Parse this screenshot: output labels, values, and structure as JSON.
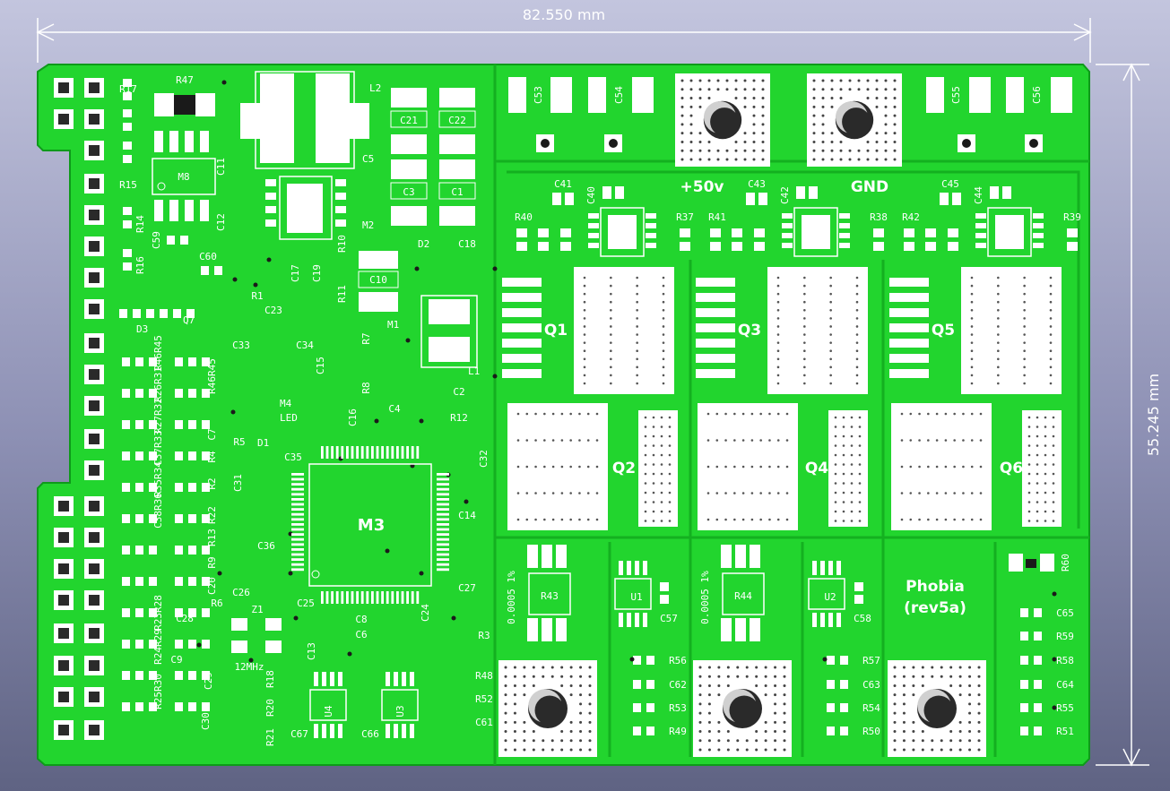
{
  "dimensions": {
    "width_label": "82.550 mm",
    "height_label": "55.245 mm"
  },
  "board": {
    "project_name": "Phobia",
    "revision": "(rev5a)",
    "power_labels": {
      "positive": "+50v",
      "ground": "GND"
    },
    "crystal_label": "12MHz",
    "led_label": "LED",
    "shunt_value": "0.0005 1%"
  },
  "modules": {
    "M8": "M8",
    "M2": "M2",
    "M4": "M4",
    "M1": "M1",
    "M3": "M3",
    "L1": "L1",
    "L2": "L2",
    "Z1": "Z1",
    "D1": "D1",
    "D2": "D2",
    "D3": "D3",
    "Q7": "Q7"
  },
  "mosfets": [
    "Q1",
    "Q2",
    "Q3",
    "Q4",
    "Q5",
    "Q6"
  ],
  "current_sense": [
    "U1",
    "U2",
    "U3",
    "U4"
  ],
  "shunts": [
    "R43",
    "R44"
  ],
  "left_header": {
    "top_labels": [
      "R17",
      "R47",
      "R15",
      "R14",
      "R16",
      "C59",
      "C60"
    ],
    "left_col_rotated": [
      "R46R45",
      "R26R31",
      "R27R32",
      "C37R33",
      "R35R34",
      "C38R36",
      "R23R28",
      "R24R29",
      "R25R30"
    ],
    "right_col_rotated": [
      "R46R45",
      "C7",
      "R4",
      "R2",
      "R22",
      "R13",
      "R9",
      "C20"
    ]
  },
  "caps_top": [
    "C53",
    "C54",
    "C55",
    "C56"
  ],
  "caps_mid": [
    "C21",
    "C22",
    "C3",
    "C1",
    "C5",
    "C10",
    "C18",
    "C11",
    "C12"
  ],
  "gate_row": {
    "labels_left": [
      "R40",
      "C41",
      "C40",
      "R37",
      "R41",
      "C43",
      "C42",
      "R38",
      "R42",
      "C45",
      "C44",
      "R39"
    ]
  },
  "logic_labels": [
    "R1",
    "C17",
    "C19",
    "R10",
    "R11",
    "C23",
    "C33",
    "C34",
    "C15",
    "R7",
    "R8",
    "C4",
    "C2",
    "R12",
    "C32",
    "C14",
    "C27",
    "C24",
    "R3",
    "C16",
    "R5",
    "C35",
    "C31",
    "C36",
    "C26",
    "R6",
    "C25",
    "C8",
    "C6",
    "C13",
    "C28",
    "C9",
    "C29",
    "C30",
    "R18",
    "R20",
    "R21",
    "C67",
    "C66",
    "R48",
    "R52",
    "C61"
  ],
  "right_bottom": {
    "col1": [
      "R56",
      "C62",
      "R53",
      "R49"
    ],
    "col2": [
      "R57",
      "C63",
      "R54",
      "R50"
    ],
    "col3": [
      "R60",
      "C65",
      "R59",
      "R58",
      "C64",
      "R55",
      "R51"
    ],
    "misc": [
      "C57",
      "C58"
    ]
  },
  "colors": {
    "board": "#22d52e",
    "board_dark": "#12b51f",
    "copper_pad": "#ffffff",
    "silk": "#ffffff",
    "background_top": "#c3c5de",
    "background_bottom": "#5f6383"
  }
}
